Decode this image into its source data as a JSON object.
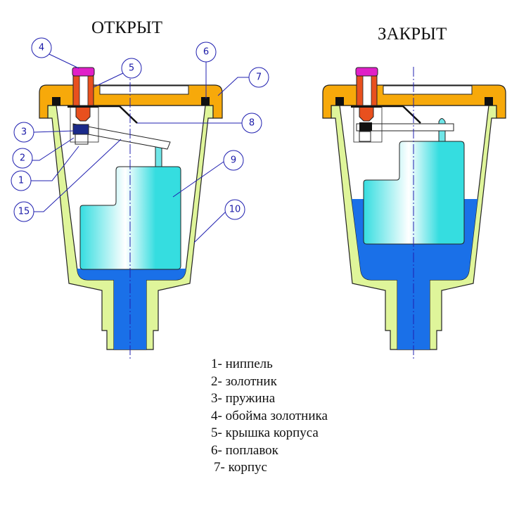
{
  "titles": {
    "open": "ОТКРЫТ",
    "closed": "ЗАКРЫТ"
  },
  "callouts": [
    "4",
    "5",
    "6",
    "7",
    "8",
    "3",
    "2",
    "1",
    "15",
    "9",
    "10"
  ],
  "legend": [
    "1- ниппель",
    "2- золотник",
    "3- пружина",
    "4- обойма золотника",
    "5- крышка корпуса",
    "6- поплавок",
    "7- корпус"
  ],
  "colors": {
    "cap": "#f7a90a",
    "body": "#dff59a",
    "water": "#1a70e8",
    "float": "#35dde0",
    "valve": "#e8501e",
    "valve_cap": "#e020c8",
    "line": "#2020b0"
  }
}
